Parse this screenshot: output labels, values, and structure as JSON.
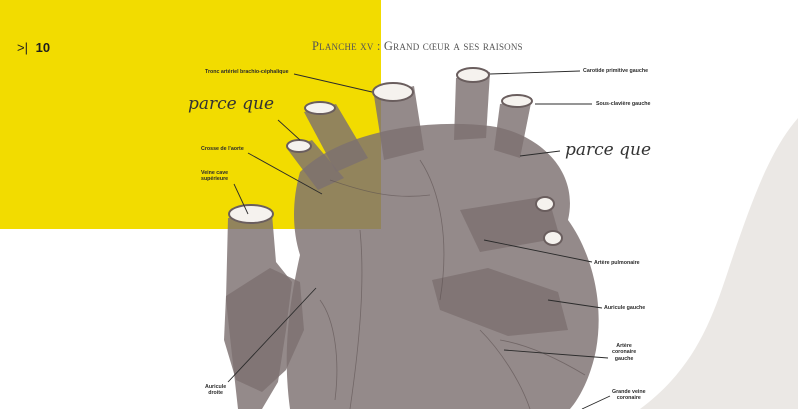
{
  "header": {
    "page_arrow": ">|",
    "page_number": "10",
    "title": "Planche xv : Grand cœur a ses raisons"
  },
  "labels": {
    "tronc": "Tronc artériel brachio-céphalique",
    "crosse": "Crosse de l'aorte",
    "veine_cave": [
      "Veine cave",
      "supérieure"
    ],
    "auricule_droite": [
      "Auricule",
      "droite"
    ],
    "carotide": "Carotide primitive gauche",
    "sous_claviere": "Sous-clavière gauche",
    "artere_pulmonaire": "Artère pulmonaire",
    "auricule_gauche": "Auricule gauche",
    "artere_coronaire": [
      "Artère",
      "coronaire",
      "gauche"
    ],
    "grande_veine": [
      "Grande veine",
      "coronaire"
    ]
  },
  "handwriting": {
    "left": "parce que",
    "right": "parce que"
  },
  "colors": {
    "accent_yellow": "#f2dc00",
    "background": "#ebe8e5",
    "heart": "#7d7070"
  }
}
